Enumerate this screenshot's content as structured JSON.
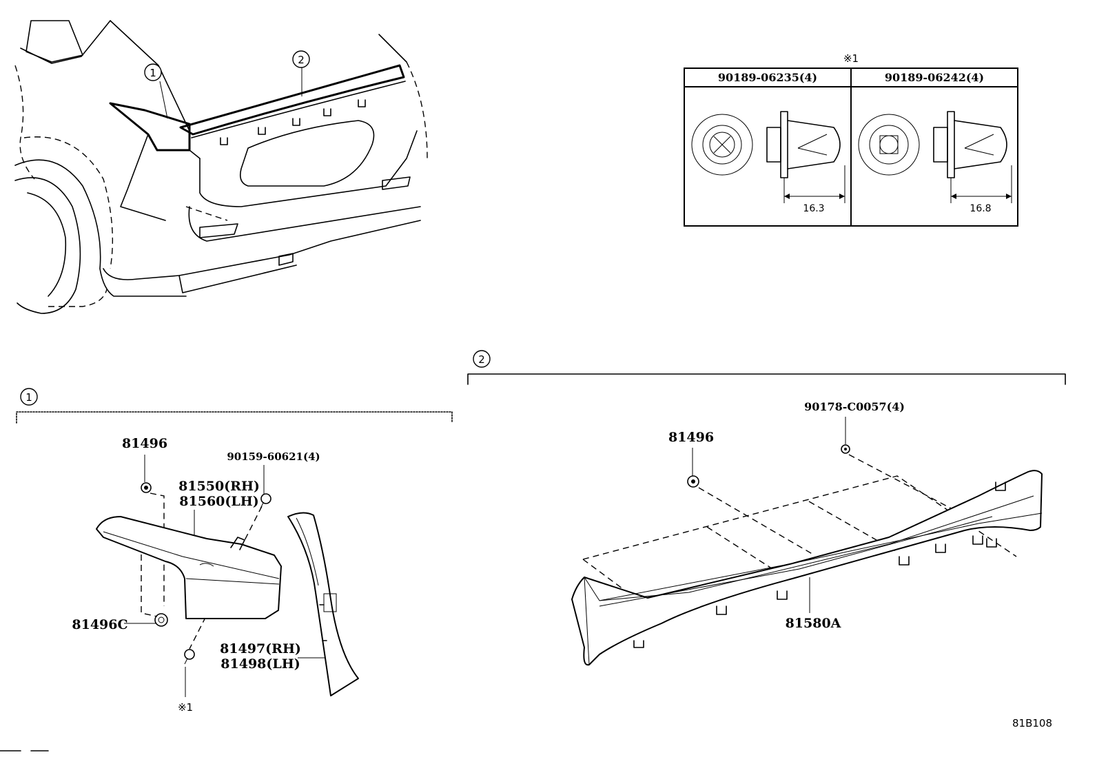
{
  "diagram": {
    "code": "81B108",
    "overview": {
      "callouts": [
        "1",
        "2"
      ]
    },
    "clip_table": {
      "note": "※1",
      "columns": [
        {
          "part_no": "90189-06235(4)",
          "dimension": "16.3"
        },
        {
          "part_no": "90189-06242(4)",
          "dimension": "16.8"
        }
      ]
    },
    "group1": {
      "callout": "1",
      "labels": {
        "p81496": "81496",
        "p90159": "90159-60621(4)",
        "p81550": "81550(RH)",
        "p81560": "81560(LH)",
        "p81496c": "81496C",
        "p81497": "81497(RH)",
        "p81498": "81498(LH)",
        "note_ref": "※1"
      }
    },
    "group2": {
      "callout": "2",
      "labels": {
        "p90178": "90178-C0057(4)",
        "p81496": "81496",
        "p81580a": "81580A"
      }
    }
  }
}
